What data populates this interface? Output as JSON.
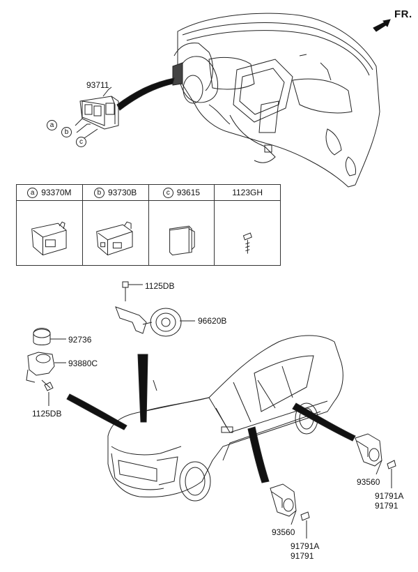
{
  "header": {
    "fr_label": "FR."
  },
  "switch_assembly": {
    "part_no": "93711",
    "callouts": [
      "a",
      "b",
      "c"
    ]
  },
  "parts_table": {
    "columns": [
      {
        "letter": "a",
        "part_no": "93370M"
      },
      {
        "letter": "b",
        "part_no": "93730B"
      },
      {
        "letter": "c",
        "part_no": "93615"
      },
      {
        "letter": "",
        "part_no": "1123GH"
      }
    ]
  },
  "horn": {
    "bolt": "1125DB",
    "horn": "96620B"
  },
  "hood_switch": {
    "cap": "92736",
    "switch": "93880C",
    "bolt": "1125DB"
  },
  "rear_door_switch": {
    "switch": "93560",
    "screw_1": "91791A",
    "screw_2": "91791"
  },
  "front_door_switch": {
    "switch": "93560",
    "screw_1": "91791A",
    "screw_2": "91791"
  },
  "colors": {
    "line": "#222222",
    "background": "#ffffff"
  }
}
